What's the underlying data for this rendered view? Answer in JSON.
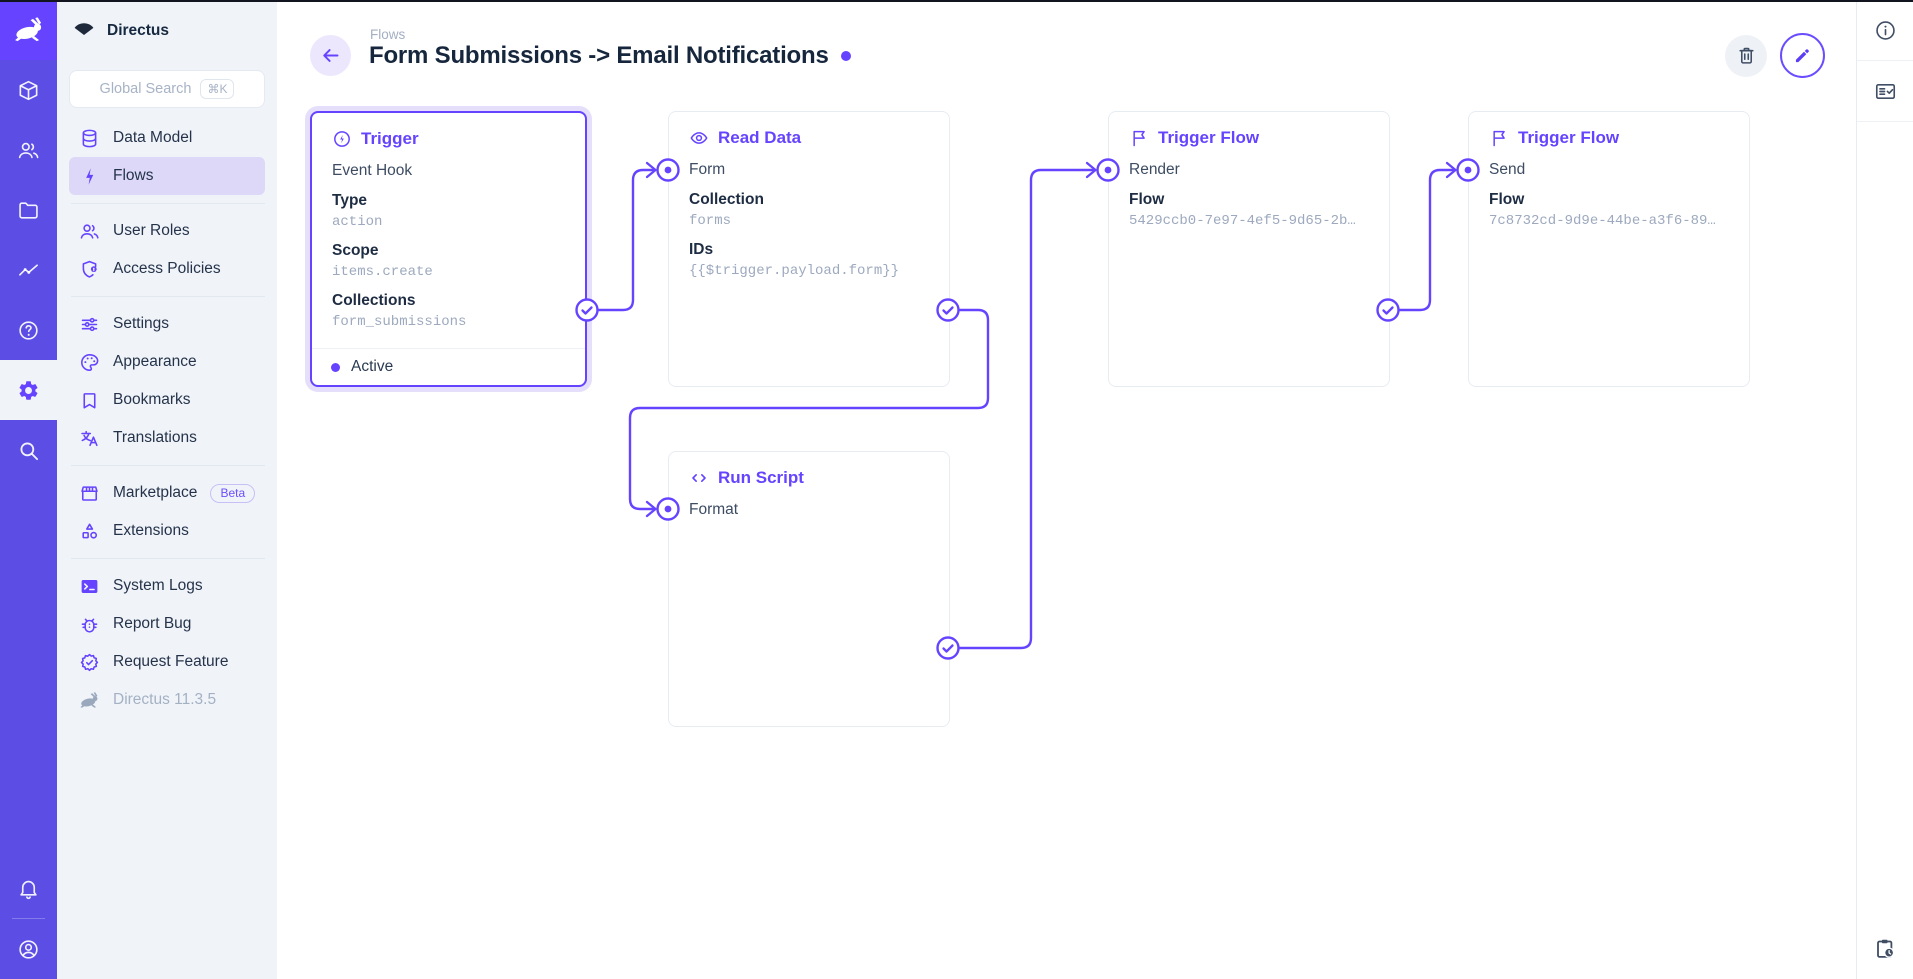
{
  "colors": {
    "accent": "#6644FF",
    "module_bar": "#5C4EE4",
    "module_bar_logo": "#6644FF",
    "sidebar_bg": "#F0F4F9",
    "status_active": "#6644FF"
  },
  "rail": {
    "modules": [
      "content",
      "user-directory",
      "file-library",
      "insights",
      "documentation",
      "settings",
      "search"
    ],
    "active_module": "settings",
    "bottom": [
      "notifications",
      "account"
    ]
  },
  "sidebar": {
    "project_name": "Directus",
    "search": {
      "placeholder": "Global Search",
      "shortcut": "⌘K"
    },
    "nav": [
      {
        "label": "Data Model",
        "icon": "database"
      },
      {
        "label": "Flows",
        "icon": "bolt",
        "active": true
      },
      {
        "label": "User Roles",
        "icon": "people"
      },
      {
        "label": "Access Policies",
        "icon": "shield-lock"
      },
      {
        "label": "Settings",
        "icon": "tune"
      },
      {
        "label": "Appearance",
        "icon": "palette"
      },
      {
        "label": "Bookmarks",
        "icon": "bookmark"
      },
      {
        "label": "Translations",
        "icon": "translate"
      },
      {
        "label": "Marketplace",
        "icon": "storefront",
        "badge": "Beta"
      },
      {
        "label": "Extensions",
        "icon": "shapes"
      },
      {
        "label": "System Logs",
        "icon": "terminal"
      },
      {
        "label": "Report Bug",
        "icon": "bug"
      },
      {
        "label": "Request Feature",
        "icon": "seal-check"
      }
    ],
    "version": "Directus 11.3.5"
  },
  "header": {
    "breadcrumb": "Flows",
    "title": "Form Submissions -> Email Notifications",
    "actions": [
      "delete",
      "edit"
    ]
  },
  "flow": {
    "trigger": {
      "title": "Trigger",
      "subtitle": "Event Hook",
      "fields": [
        {
          "label": "Type",
          "value": "action"
        },
        {
          "label": "Scope",
          "value": "items.create"
        },
        {
          "label": "Collections",
          "value": "form_submissions"
        }
      ],
      "status": "Active"
    },
    "read_data": {
      "title": "Read Data",
      "name": "Form",
      "fields": [
        {
          "label": "Collection",
          "value": "forms"
        },
        {
          "label": "IDs",
          "value": "{{$trigger.payload.form}}"
        }
      ]
    },
    "run_script": {
      "title": "Run Script",
      "name": "Format"
    },
    "trigger_flow_render": {
      "title": "Trigger Flow",
      "name": "Render",
      "fields": [
        {
          "label": "Flow",
          "value": "5429ccb0-7e97-4ef5-9d65-2b…"
        }
      ]
    },
    "trigger_flow_send": {
      "title": "Trigger Flow",
      "name": "Send",
      "fields": [
        {
          "label": "Flow",
          "value": "7c8732cd-9d9e-44be-a3f6-89…"
        }
      ]
    }
  },
  "rightbar": {
    "top_icons": [
      "info",
      "fact-check"
    ],
    "bottom_icon": "pending-actions"
  }
}
